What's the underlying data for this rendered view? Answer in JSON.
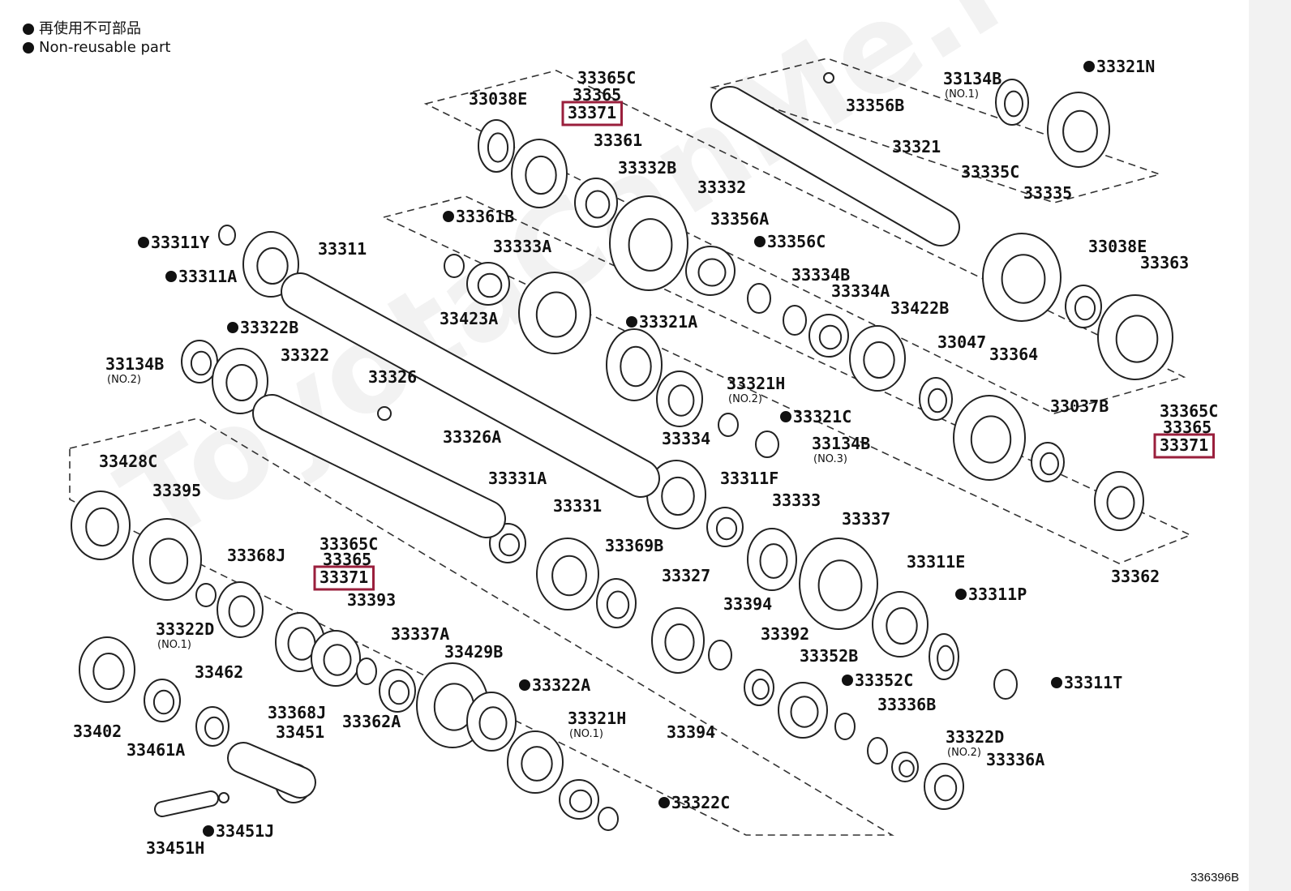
{
  "legend": {
    "japanese": "再使用不可部品",
    "english": "Non-reusable part"
  },
  "watermark_text": "ToyotaCanMe.ru",
  "document_number": "336396B",
  "highlight_color": "#9a1f3c",
  "labels": [
    {
      "id": "l1",
      "text": "33365C",
      "nr": false
    },
    {
      "id": "l2",
      "text": "33365",
      "nr": false
    },
    {
      "id": "l3",
      "text": "33371",
      "nr": false,
      "hl": true
    },
    {
      "id": "l4",
      "text": "33038E",
      "nr": false
    },
    {
      "id": "l5",
      "text": "33361",
      "nr": false
    },
    {
      "id": "l6",
      "text": "33332B",
      "nr": false
    },
    {
      "id": "l7",
      "text": "33332",
      "nr": false
    },
    {
      "id": "l8",
      "text": "33356A",
      "nr": false
    },
    {
      "id": "l9",
      "text": "33356C",
      "nr": true
    },
    {
      "id": "l10",
      "text": "33134B",
      "nr": false,
      "sub": "(NO.1)"
    },
    {
      "id": "l11",
      "text": "33321N",
      "nr": true
    },
    {
      "id": "l12",
      "text": "33356B",
      "nr": false
    },
    {
      "id": "l13",
      "text": "33321",
      "nr": false
    },
    {
      "id": "l14",
      "text": "33335C",
      "nr": false
    },
    {
      "id": "l15",
      "text": "33335",
      "nr": false
    },
    {
      "id": "l16",
      "text": "33038E",
      "nr": false
    },
    {
      "id": "l17",
      "text": "33363",
      "nr": false
    },
    {
      "id": "l18",
      "text": "33334B",
      "nr": false
    },
    {
      "id": "l19",
      "text": "33334A",
      "nr": false
    },
    {
      "id": "l20",
      "text": "33422B",
      "nr": false
    },
    {
      "id": "l21",
      "text": "33047",
      "nr": false
    },
    {
      "id": "l22",
      "text": "33364",
      "nr": false
    },
    {
      "id": "l23",
      "text": "33037B",
      "nr": false
    },
    {
      "id": "l24",
      "text": "33365C",
      "nr": false
    },
    {
      "id": "l25",
      "text": "33365",
      "nr": false
    },
    {
      "id": "l26",
      "text": "33371",
      "nr": false,
      "hl": true
    },
    {
      "id": "l27",
      "text": "33362",
      "nr": false
    },
    {
      "id": "l28",
      "text": "33311Y",
      "nr": true
    },
    {
      "id": "l29",
      "text": "33311A",
      "nr": true
    },
    {
      "id": "l30",
      "text": "33311",
      "nr": false
    },
    {
      "id": "l31",
      "text": "33361B",
      "nr": true
    },
    {
      "id": "l32",
      "text": "33333A",
      "nr": false
    },
    {
      "id": "l33",
      "text": "33423A",
      "nr": false
    },
    {
      "id": "l34",
      "text": "33321A",
      "nr": true
    },
    {
      "id": "l35",
      "text": "33321H",
      "nr": false,
      "sub": "(NO.2)"
    },
    {
      "id": "l36",
      "text": "33321C",
      "nr": true
    },
    {
      "id": "l37",
      "text": "33134B",
      "nr": false,
      "sub": "(NO.3)"
    },
    {
      "id": "l38",
      "text": "33322B",
      "nr": true
    },
    {
      "id": "l39",
      "text": "33134B",
      "nr": false,
      "sub": "(NO.2)"
    },
    {
      "id": "l40",
      "text": "33322",
      "nr": false
    },
    {
      "id": "l41",
      "text": "33326",
      "nr": false
    },
    {
      "id": "l42",
      "text": "33326A",
      "nr": false
    },
    {
      "id": "l43",
      "text": "33334",
      "nr": false
    },
    {
      "id": "l44",
      "text": "33311F",
      "nr": false
    },
    {
      "id": "l45",
      "text": "33333",
      "nr": false
    },
    {
      "id": "l46",
      "text": "33337",
      "nr": false
    },
    {
      "id": "l47",
      "text": "33311E",
      "nr": false
    },
    {
      "id": "l48",
      "text": "33311P",
      "nr": true
    },
    {
      "id": "l49",
      "text": "33428C",
      "nr": false
    },
    {
      "id": "l50",
      "text": "33395",
      "nr": false
    },
    {
      "id": "l51",
      "text": "33368J",
      "nr": false
    },
    {
      "id": "l52",
      "text": "33365C",
      "nr": false
    },
    {
      "id": "l53",
      "text": "33365",
      "nr": false
    },
    {
      "id": "l54",
      "text": "33371",
      "nr": false,
      "hl": true
    },
    {
      "id": "l55",
      "text": "33393",
      "nr": false
    },
    {
      "id": "l56",
      "text": "33331A",
      "nr": false
    },
    {
      "id": "l57",
      "text": "33331",
      "nr": false
    },
    {
      "id": "l58",
      "text": "33369B",
      "nr": false
    },
    {
      "id": "l59",
      "text": "33327",
      "nr": false
    },
    {
      "id": "l60",
      "text": "33394",
      "nr": false
    },
    {
      "id": "l61",
      "text": "33392",
      "nr": false
    },
    {
      "id": "l62",
      "text": "33352B",
      "nr": false
    },
    {
      "id": "l63",
      "text": "33352C",
      "nr": true
    },
    {
      "id": "l64",
      "text": "33311T",
      "nr": true
    },
    {
      "id": "l65",
      "text": "33322D",
      "nr": false,
      "sub": "(NO.1)"
    },
    {
      "id": "l66",
      "text": "33337A",
      "nr": false
    },
    {
      "id": "l67",
      "text": "33429B",
      "nr": false
    },
    {
      "id": "l68",
      "text": "33322A",
      "nr": true
    },
    {
      "id": "l69",
      "text": "33462",
      "nr": false
    },
    {
      "id": "l70",
      "text": "33368J",
      "nr": false
    },
    {
      "id": "l71",
      "text": "33451",
      "nr": false
    },
    {
      "id": "l72",
      "text": "33362A",
      "nr": false
    },
    {
      "id": "l73",
      "text": "33321H",
      "nr": false,
      "sub": "(NO.1)"
    },
    {
      "id": "l74",
      "text": "33394",
      "nr": false
    },
    {
      "id": "l75",
      "text": "33336B",
      "nr": false
    },
    {
      "id": "l76",
      "text": "33322D",
      "nr": false,
      "sub": "(NO.2)"
    },
    {
      "id": "l77",
      "text": "33336A",
      "nr": false
    },
    {
      "id": "l78",
      "text": "33402",
      "nr": false
    },
    {
      "id": "l79",
      "text": "33461A",
      "nr": false
    },
    {
      "id": "l80",
      "text": "33322C",
      "nr": true
    },
    {
      "id": "l81",
      "text": "33451J",
      "nr": true
    },
    {
      "id": "l82",
      "text": "33451H",
      "nr": false
    }
  ]
}
